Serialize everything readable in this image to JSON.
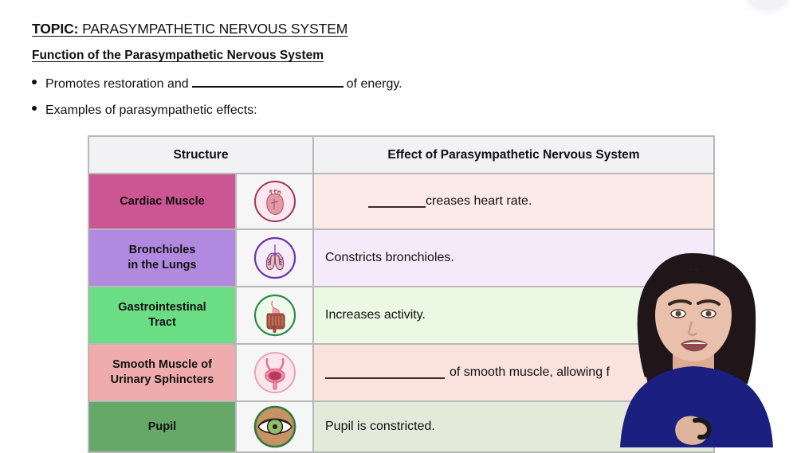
{
  "slide": {
    "topic_label": "TOPIC:",
    "topic_value": " PARASYMPATHETIC NERVOUS SYSTEM",
    "section_title": "Function of the Parasympathetic Nervous System",
    "bullets": [
      {
        "before": "Promotes restoration and",
        "blank": true,
        "after": "of energy."
      },
      {
        "before": "Examples of parasympathetic effects:",
        "blank": false,
        "after": ""
      }
    ]
  },
  "table": {
    "headers": {
      "structure": "Structure",
      "effect": "Effect of Parasympathetic Nervous System"
    },
    "header_bg": "#f2f2f4",
    "border_color": "#b8b8b8",
    "rows": [
      {
        "label": "Cardiac Muscle",
        "icon": "heart-icon",
        "label_bg": "#cc5593",
        "effect_bg": "#fbeae8",
        "effect_blank": "short",
        "effect_text": "creases heart rate."
      },
      {
        "label": "Bronchioles\nin the Lungs",
        "icon": "lungs-icon",
        "label_bg": "#b18ae0",
        "effect_bg": "#f4eaf9",
        "effect_blank": "none",
        "effect_text": "Constricts bronchioles."
      },
      {
        "label": "Gastrointestinal\nTract",
        "icon": "gi-tract-icon",
        "label_bg": "#6add85",
        "effect_bg": "#eaf8e4",
        "effect_blank": "none",
        "effect_text": "Increases activity."
      },
      {
        "label": "Smooth Muscle of\nUrinary Sphincters",
        "icon": "bladder-icon",
        "label_bg": "#f0acac",
        "effect_bg": "#fae2dd",
        "effect_blank": "long",
        "effect_text": "of smooth muscle, allowing f"
      },
      {
        "label": "Pupil",
        "icon": "eye-icon",
        "label_bg": "#66a867",
        "effect_bg": "#e4eada",
        "effect_blank": "none",
        "effect_text": "Pupil is constricted."
      }
    ]
  },
  "presenter": {
    "description": "presenter-video-overlay",
    "hair_color": "#20161a",
    "skin_color": "#e8c0ab",
    "top_color": "#1b2080"
  }
}
